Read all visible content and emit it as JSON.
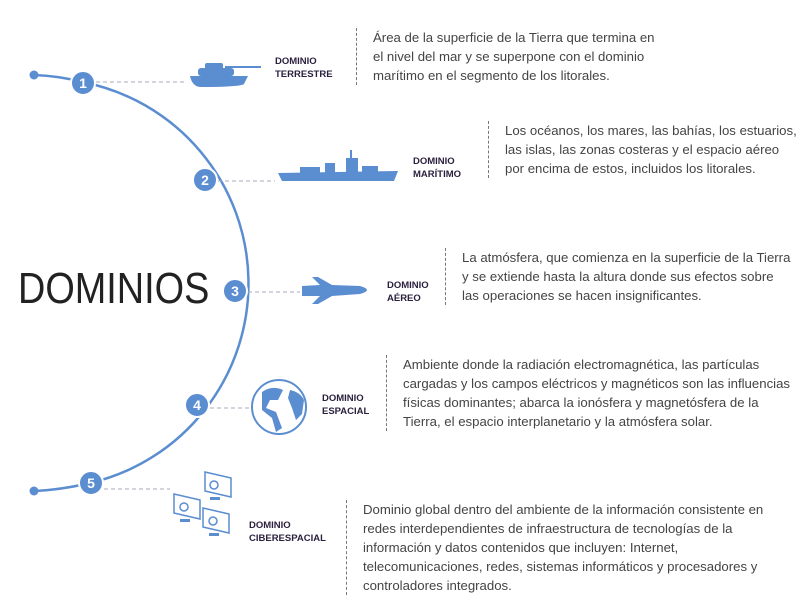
{
  "title": "DOMINIOS",
  "accent": "#5b8dd1",
  "domains": [
    {
      "num": "1",
      "label1": "DOMINIO",
      "label2": "TERRESTRE",
      "icon": "tank-icon",
      "text": "Área de la superficie de la Tierra que termina en el nivel del mar y se superpone con el dominio marítimo en el segmento de los litorales."
    },
    {
      "num": "2",
      "label1": "DOMINIO",
      "label2": "MARÍTIMO",
      "icon": "warship-icon",
      "text": "Los océanos, los mares, las bahías, los estuarios, las islas, las zonas costeras y el espacio aéreo por encima de estos, incluidos los litorales."
    },
    {
      "num": "3",
      "label1": "DOMINIO",
      "label2": "AÉREO",
      "icon": "fighter-jet-icon",
      "text": "La atmósfera, que comienza en la superficie de la Tierra y se extiende hasta la altura donde sus efectos sobre las operaciones se hacen insignificantes."
    },
    {
      "num": "4",
      "label1": "DOMINIO",
      "label2": "ESPACIAL",
      "icon": "globe-icon",
      "text": "Ambiente donde la radiación electromagnética, las partículas cargadas y los campos eléctricos y magnéticos son las influencias físicas dominantes; abarca la ionósfera y magnetósfera de la Tierra, el espacio interplanetario y la atmósfera solar."
    },
    {
      "num": "5",
      "label1": "DOMINIO",
      "label2": "CIBERESPACIAL",
      "icon": "computers-icon",
      "text": "Dominio global dentro del ambiente de la información consistente en redes interdependientes de infraestructura de tecnologías de la información y datos contenidos que incluyen: Internet, telecomunicaciones, redes, sistemas informáticos y procesadores y controladores integrados."
    }
  ]
}
